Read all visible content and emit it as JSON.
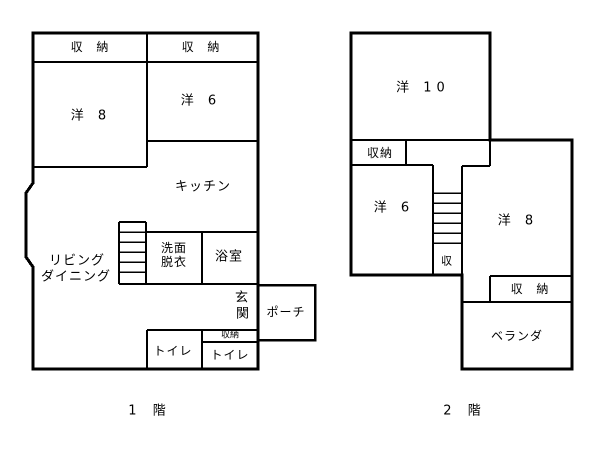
{
  "page": {
    "background_color": "#ffffff",
    "line_color": "#000000"
  },
  "floor1": {
    "caption": "1 階",
    "rooms": {
      "closet_a": "収 納",
      "closet_b": "収 納",
      "western8": "洋 8",
      "western6": "洋 6",
      "kitchen": "キッチン",
      "living_line1": "リビング",
      "living_line2": "ダイニング",
      "washroom_line1": "洗面",
      "washroom_line2": "脱衣",
      "bath": "浴室",
      "entrance_line1": "玄",
      "entrance_line2": "関",
      "porch": "ポーチ",
      "toilet_left": "トイレ",
      "closet_small": "収納",
      "toilet_right": "トイレ"
    }
  },
  "floor2": {
    "caption": "2 階",
    "rooms": {
      "western10": "洋 10",
      "closet_left": "収納",
      "western6": "洋 6",
      "stair_closet": "収",
      "western8": "洋 8",
      "closet_right": "収 納",
      "veranda": "ベランダ"
    }
  }
}
